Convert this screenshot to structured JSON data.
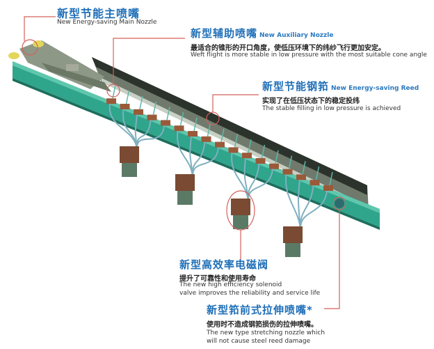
{
  "colors": {
    "title": "#1f6fb8",
    "leader": "#d4605a",
    "rail": "#2fa58c",
    "reed": "#4e5a4e"
  },
  "callouts": {
    "main_nozzle": {
      "title": "新型节能主喷嘴",
      "en": "New Energy-saving Main Nozzle"
    },
    "aux_nozzle": {
      "title": "新型辅助喷嘴",
      "title_en": "New Auxiliary Nozzle",
      "cn": "最适合的锥形的开口角度，使低压环境下的纬纱飞行更加安定。",
      "en": "Weft flight is more stable in low pressure with the most suitable cone angle"
    },
    "reed": {
      "title": "新型节能钢筘",
      "title_en": "New Energy-saving Reed",
      "cn": "实现了在低压状态下的稳定投纬",
      "en": "The stable filling in low pressure is achieved"
    },
    "solenoid": {
      "title": "新型高效率电磁阀",
      "cn": "提升了可靠性和使用寿命",
      "en1": "The new high efficiency solenoid",
      "en2": "valve improves the reliability and service life"
    },
    "stretch": {
      "title": "新型筘前式拉伸喷嘴*",
      "cn": "使用时不造成钢筘损伤的拉伸喷嘴。",
      "en1": "The new  type stretching nozzle which",
      "en2": "will not cause steel reed damage"
    }
  }
}
